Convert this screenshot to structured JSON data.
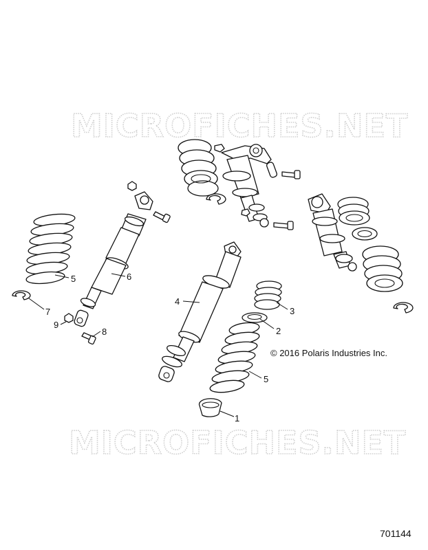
{
  "watermark": {
    "top": "MICROFICHES.NET",
    "bottom": "MICROFICHES.NET"
  },
  "copyright": "© 2016 Polaris Industries Inc.",
  "document_number": "701144",
  "callouts": [
    {
      "id": "c1",
      "label": "1"
    },
    {
      "id": "c2",
      "label": "2"
    },
    {
      "id": "c3",
      "label": "3"
    },
    {
      "id": "c4",
      "label": "4"
    },
    {
      "id": "c5a",
      "label": "5"
    },
    {
      "id": "c5b",
      "label": "5"
    },
    {
      "id": "c6",
      "label": "6"
    },
    {
      "id": "c7",
      "label": "7"
    },
    {
      "id": "c8",
      "label": "8"
    },
    {
      "id": "c9",
      "label": "9"
    }
  ]
}
